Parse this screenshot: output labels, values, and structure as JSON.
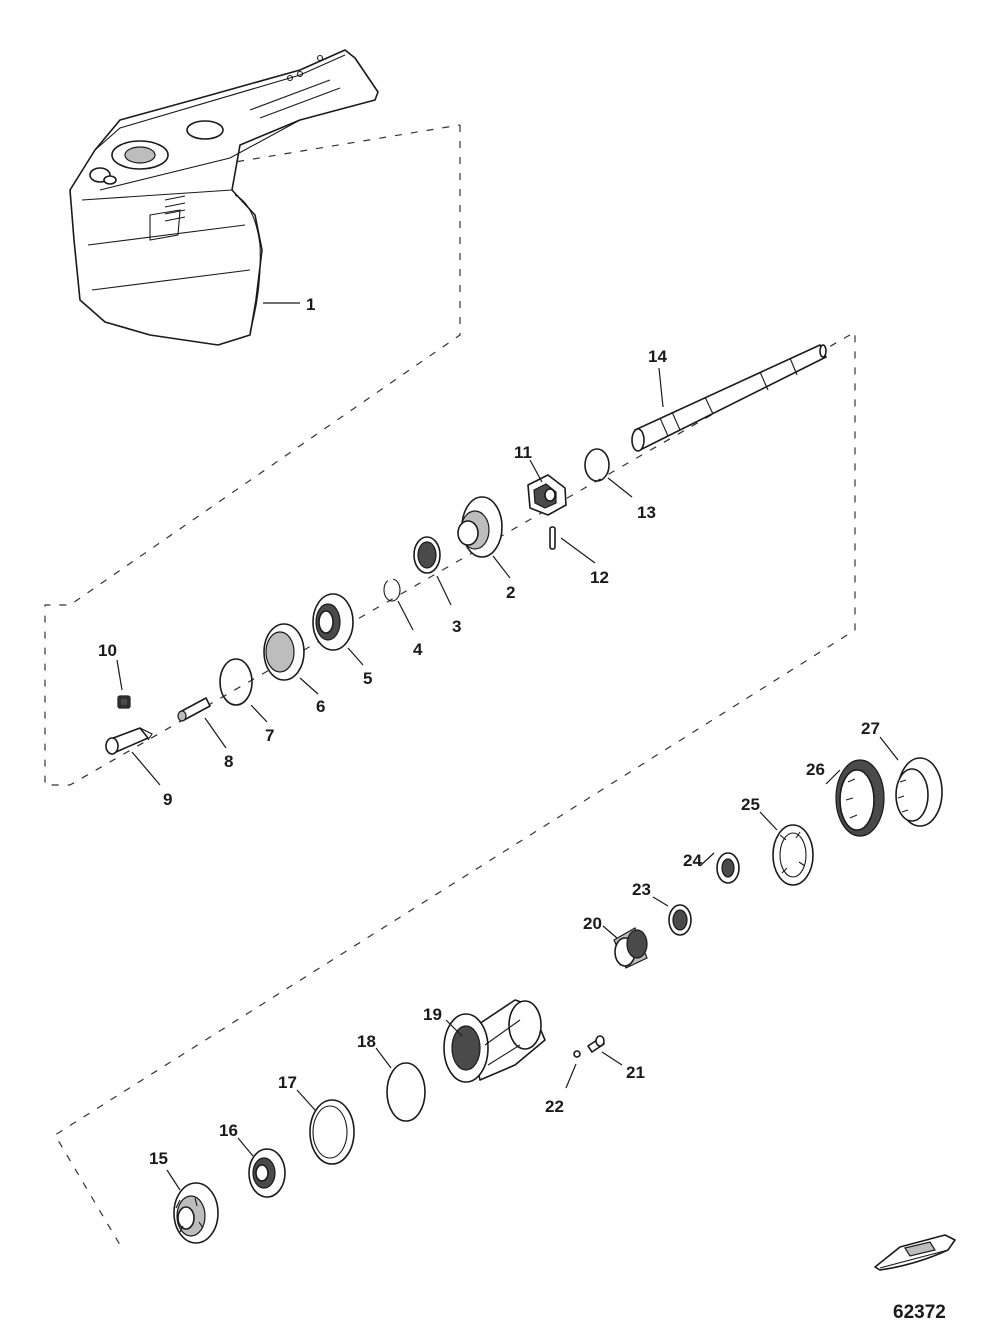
{
  "callouts": {
    "c1": "1",
    "c2": "2",
    "c3": "3",
    "c4": "4",
    "c5": "5",
    "c6": "6",
    "c7": "7",
    "c8": "8",
    "c9": "9",
    "c10": "10",
    "c11": "11",
    "c12": "12",
    "c13": "13",
    "c14": "14",
    "c15": "15",
    "c16": "16",
    "c17": "17",
    "c18": "18",
    "c19": "19",
    "c20": "20",
    "c21": "21",
    "c22": "22",
    "c23": "23",
    "c24": "24",
    "c25": "25",
    "c26": "26",
    "c27": "27"
  },
  "figure_number": "62372",
  "icons": [
    "outboard-boat-icon"
  ]
}
